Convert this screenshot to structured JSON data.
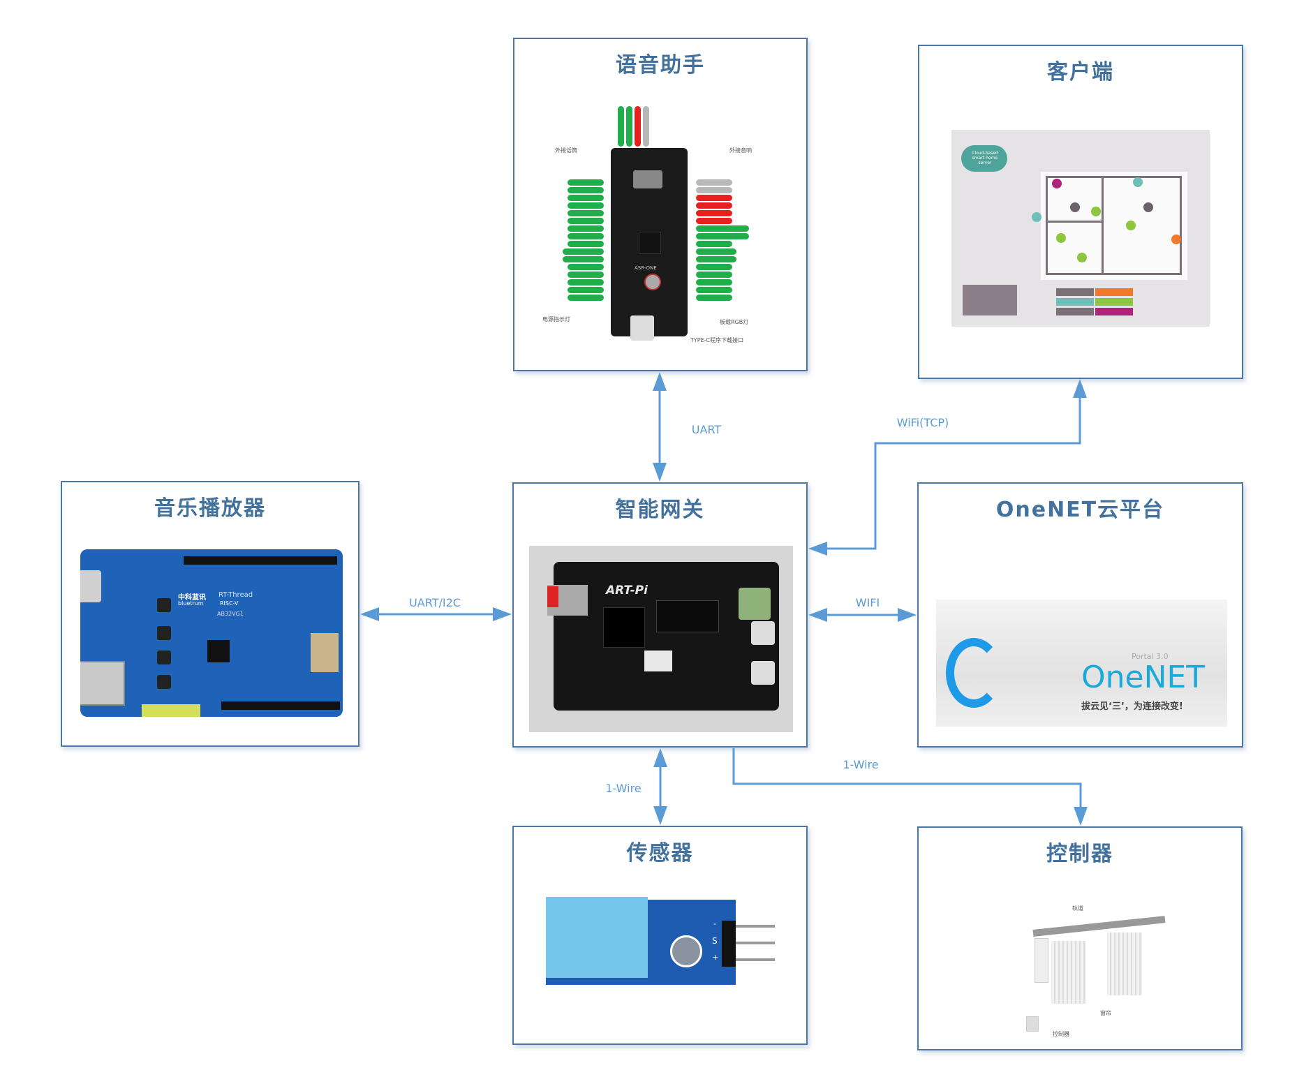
{
  "nodes": {
    "voice_assistant": {
      "title": "语音助手",
      "image_labels": {
        "mic": "外接话筒",
        "speaker": "外接音响",
        "power_led": "电源指示灯",
        "rgb_led": "板载RGB灯",
        "typec": "TYPE-C程序下载接口",
        "chip": "ASR-ONE"
      }
    },
    "client": {
      "title": "客户端",
      "image_labels": {
        "cloud": "Cloud-based smart home server"
      },
      "legend_colors": [
        "#7b6f78",
        "#f07a2a",
        "#6fbfb8",
        "#8dc63f",
        "#b0237a"
      ]
    },
    "music_player": {
      "title": "音乐播放器",
      "image_labels": {
        "brand_cn": "中科蓝讯",
        "brand_en": "bluetrum",
        "os": "RT-Thread",
        "arch": "RISC-V",
        "model": "AB32VG1"
      }
    },
    "gateway": {
      "title": "智能网关",
      "image_labels": {
        "board": "ART-Pi"
      }
    },
    "onenet": {
      "title": "OneNET云平台",
      "image_labels": {
        "portal": "Portal 3.0",
        "logo": "OneNET",
        "slogan": "拔云见‘三’，为连接改变!"
      }
    },
    "sensor": {
      "title": "传感器",
      "image_labels": {
        "pin_minus": "-",
        "pin_s": "S",
        "pin_plus": "+"
      }
    },
    "controller": {
      "title": "控制器",
      "image_labels": {
        "track": "轨道",
        "curtain": "窗帘",
        "controller": "控制器"
      }
    }
  },
  "connections": [
    {
      "from": "gateway",
      "to": "voice_assistant",
      "label": "UART",
      "direction": "bidirectional"
    },
    {
      "from": "gateway",
      "to": "client",
      "label": "WiFi(TCP)",
      "direction": "bidirectional"
    },
    {
      "from": "gateway",
      "to": "music_player",
      "label": "UART/I2C",
      "direction": "bidirectional"
    },
    {
      "from": "gateway",
      "to": "onenet",
      "label": "WIFI",
      "direction": "bidirectional"
    },
    {
      "from": "gateway",
      "to": "sensor",
      "label": "1-Wire",
      "direction": "bidirectional"
    },
    {
      "from": "gateway",
      "to": "controller",
      "label": "1-Wire",
      "direction": "to"
    }
  ],
  "colors": {
    "box_border": "#4a76a8",
    "title": "#41719c",
    "wire": "#5b9bd5"
  }
}
